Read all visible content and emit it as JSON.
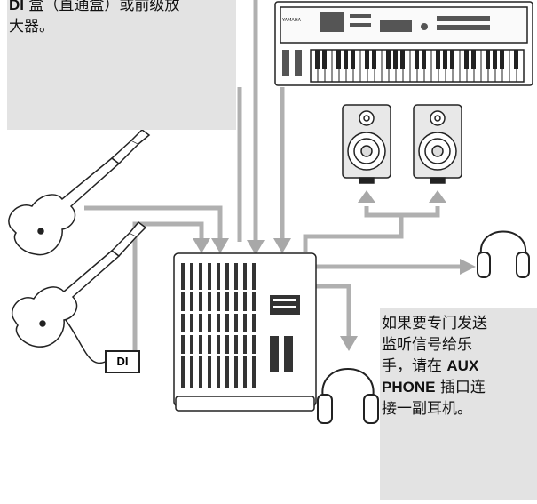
{
  "note_top": {
    "line1_bold": "DI",
    "line1_rest": " 盒（直通盒）或前级放",
    "line2": "大器。"
  },
  "note_right": {
    "line1": "如果要专门发送",
    "line2": "监听信号给乐",
    "line3": "手，请在 ",
    "line3_bold": "AUX",
    "line4_bold": "PHONE",
    "line4_rest": " 插口连",
    "line5": "接一副耳机。"
  },
  "di_label": "DI",
  "synth_brand": "YAMAHA",
  "colors": {
    "cable": "#b0b0b0",
    "box": "#e3e3e3",
    "line": "#222222"
  }
}
